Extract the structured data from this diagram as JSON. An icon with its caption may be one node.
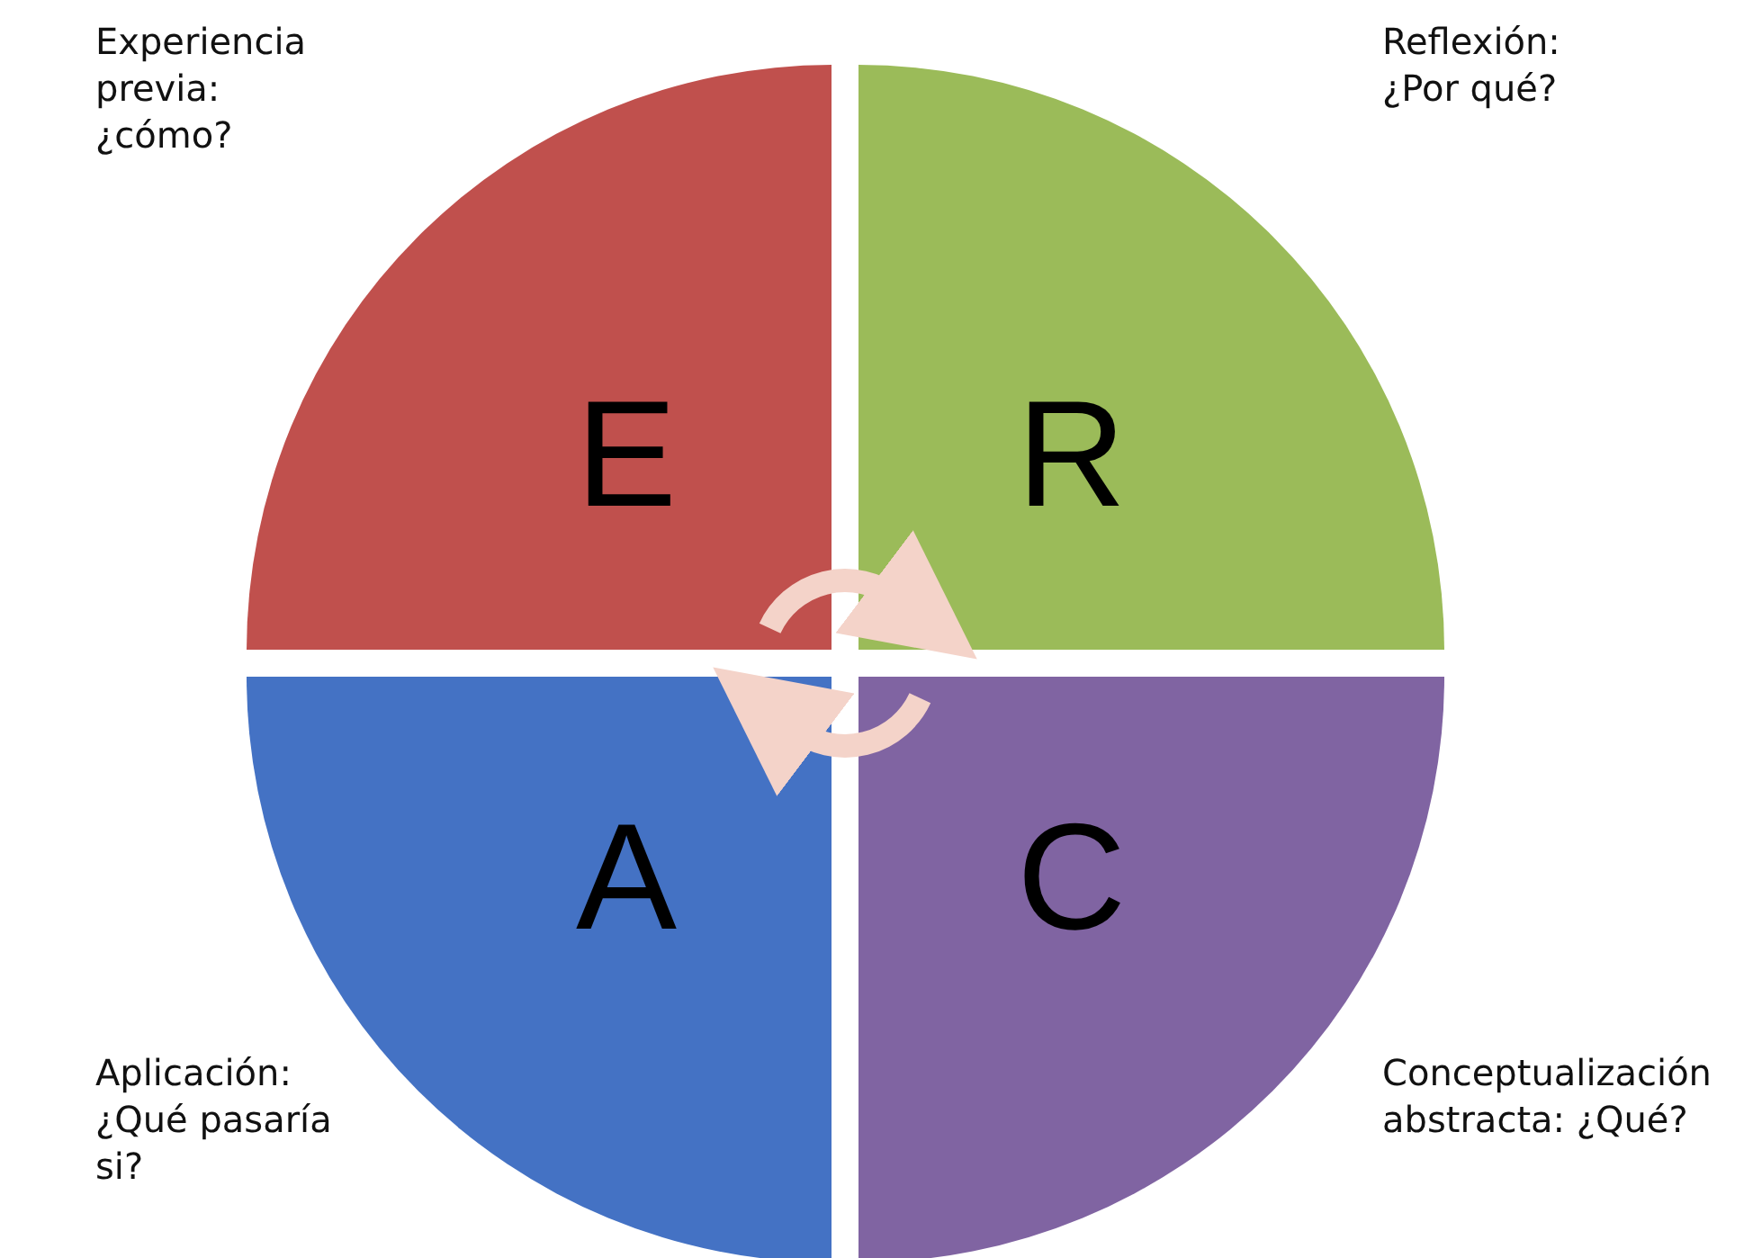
{
  "diagram": {
    "nodes": [
      {
        "text": [
          "E"
        ],
        "beside": [
          "Experiencia previa: ¿cómo?"
        ]
      },
      {
        "text": [
          "R"
        ],
        "beside": [
          "Reflexión: ¿Por qué?"
        ]
      },
      {
        "text": [
          "A"
        ],
        "beside": [
          "Aplicación: ¿Qué pasaría si?"
        ]
      },
      {
        "text": [
          "C"
        ],
        "beside": [
          "Conceptualización abstracta: ¿Qué?"
        ]
      }
    ],
    "edges": [
      {
        "from": 0,
        "to": 1,
        "arrow": "to"
      },
      {
        "from": 3,
        "to": 2,
        "arrow": "to"
      }
    ]
  }
}
